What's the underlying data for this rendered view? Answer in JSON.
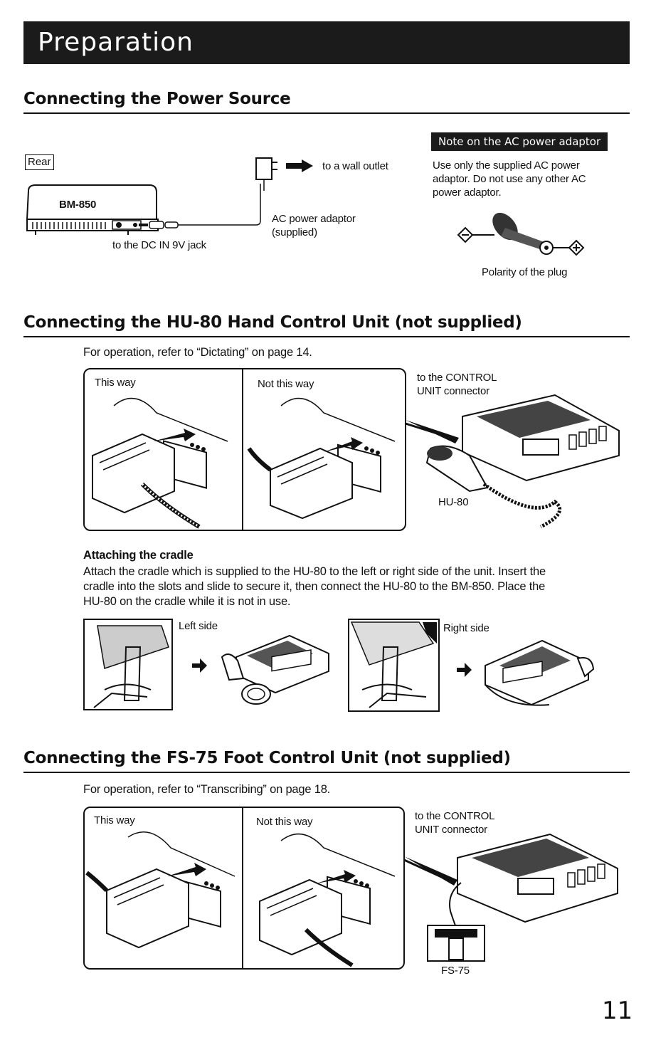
{
  "banner": {
    "title": "Preparation"
  },
  "sec1": {
    "heading": "Connecting the Power Source",
    "rear_label": "Rear",
    "unit_label": "BM-850",
    "dc_jack": "to the DC IN 9V jack",
    "wall_outlet": "to a wall outlet",
    "adaptor_line1": "AC power adaptor",
    "adaptor_line2": "(supplied)",
    "note_title": "Note on the AC power adaptor",
    "note_line1": "Use only the supplied AC power",
    "note_line2": "adaptor. Do not use any other AC",
    "note_line3": "power adaptor.",
    "polarity": "Polarity of the plug"
  },
  "sec2": {
    "heading": "Connecting the HU-80 Hand Control Unit (not supplied)",
    "intro": "For operation, refer to “Dictating” on page 14.",
    "this_way": "This way",
    "not_this_way": "Not this way",
    "control1": "to the CONTROL",
    "control2": "UNIT connector",
    "device": "HU-80",
    "cradle_title": "Attaching the cradle",
    "cradle_line1": "Attach the cradle which is supplied to the HU-80 to the left or right side of the unit.  Insert the",
    "cradle_line2": "cradle into the slots and slide to secure it, then connect the HU-80 to the BM-850.  Place the",
    "cradle_line3": "HU-80 on the cradle while it is not in use.",
    "left_side": "Left side",
    "right_side": "Right side"
  },
  "sec3": {
    "heading": "Connecting the FS-75 Foot Control Unit (not supplied)",
    "intro": "For operation, refer to “Transcribing” on page 18.",
    "this_way": "This way",
    "not_this_way": "Not this way",
    "control1": "to the CONTROL",
    "control2": "UNIT connector",
    "device": "FS-75"
  },
  "page_number": "11"
}
